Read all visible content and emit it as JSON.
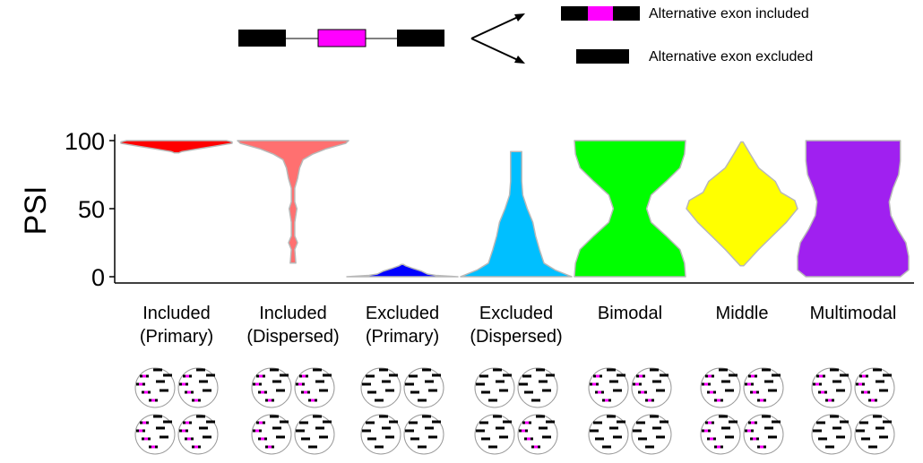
{
  "legend": {
    "included_label": "Alternative exon included",
    "excluded_label": "Alternative exon excluded",
    "exon_color": "#000000",
    "alt_exon_color": "#ff00ff"
  },
  "chart_data": {
    "type": "violin",
    "ylabel": "PSI",
    "xlabel": "",
    "ylim": [
      0,
      100
    ],
    "yticks": [
      0,
      50,
      100
    ],
    "grid": false,
    "categories": [
      {
        "lines": [
          "Included",
          "(Primary)"
        ],
        "color": "#ff0000"
      },
      {
        "lines": [
          "Included",
          "(Dispersed)"
        ],
        "color": "#ff7070"
      },
      {
        "lines": [
          "Excluded",
          "(Primary)"
        ],
        "color": "#0000ff"
      },
      {
        "lines": [
          "Excluded",
          "(Dispersed)"
        ],
        "color": "#00bfff"
      },
      {
        "lines": [
          "Bimodal"
        ],
        "color": "#00ff00"
      },
      {
        "lines": [
          "Middle"
        ],
        "color": "#ffff00"
      },
      {
        "lines": [
          "Multimodal"
        ],
        "color": "#a020f0"
      }
    ],
    "violins": [
      {
        "profile": [
          [
            91,
            0.04
          ],
          [
            92,
            0.1
          ],
          [
            94,
            0.4
          ],
          [
            96,
            0.7
          ],
          [
            98,
            1.0
          ],
          [
            99,
            1.0
          ],
          [
            100,
            0.9
          ]
        ]
      },
      {
        "profile": [
          [
            10,
            0.05
          ],
          [
            20,
            0.03
          ],
          [
            25,
            0.08
          ],
          [
            30,
            0.03
          ],
          [
            40,
            0.03
          ],
          [
            50,
            0.07
          ],
          [
            55,
            0.03
          ],
          [
            65,
            0.03
          ],
          [
            72,
            0.08
          ],
          [
            80,
            0.12
          ],
          [
            86,
            0.18
          ],
          [
            90,
            0.35
          ],
          [
            94,
            0.6
          ],
          [
            98,
            0.95
          ],
          [
            100,
            1.0
          ]
        ]
      },
      {
        "profile": [
          [
            0,
            1.0
          ],
          [
            1,
            0.6
          ],
          [
            2,
            0.45
          ],
          [
            4,
            0.35
          ],
          [
            6,
            0.2
          ],
          [
            8,
            0.06
          ],
          [
            9,
            0.02
          ]
        ]
      },
      {
        "profile": [
          [
            0,
            1.0
          ],
          [
            5,
            0.7
          ],
          [
            10,
            0.5
          ],
          [
            20,
            0.42
          ],
          [
            30,
            0.35
          ],
          [
            40,
            0.3
          ],
          [
            50,
            0.2
          ],
          [
            60,
            0.12
          ],
          [
            70,
            0.1
          ],
          [
            80,
            0.1
          ],
          [
            92,
            0.1
          ]
        ]
      },
      {
        "profile": [
          [
            0,
            1.0
          ],
          [
            10,
            0.98
          ],
          [
            20,
            0.9
          ],
          [
            30,
            0.65
          ],
          [
            40,
            0.38
          ],
          [
            50,
            0.3
          ],
          [
            60,
            0.38
          ],
          [
            70,
            0.65
          ],
          [
            80,
            0.9
          ],
          [
            90,
            0.98
          ],
          [
            100,
            1.0
          ]
        ]
      },
      {
        "profile": [
          [
            8,
            0.03
          ],
          [
            20,
            0.3
          ],
          [
            30,
            0.55
          ],
          [
            40,
            0.8
          ],
          [
            50,
            1.0
          ],
          [
            56,
            0.95
          ],
          [
            62,
            0.7
          ],
          [
            70,
            0.6
          ],
          [
            80,
            0.3
          ],
          [
            90,
            0.15
          ],
          [
            99,
            0.02
          ]
        ]
      },
      {
        "profile": [
          [
            0,
            0.85
          ],
          [
            5,
            1.0
          ],
          [
            15,
            1.0
          ],
          [
            25,
            0.95
          ],
          [
            35,
            0.8
          ],
          [
            45,
            0.68
          ],
          [
            55,
            0.65
          ],
          [
            65,
            0.72
          ],
          [
            75,
            0.82
          ],
          [
            85,
            0.85
          ],
          [
            100,
            0.85
          ]
        ]
      }
    ],
    "cell_icons": [
      [
        [
          1,
          1
        ],
        [
          1,
          1
        ]
      ],
      [
        [
          1,
          1
        ],
        [
          1,
          0
        ]
      ],
      [
        [
          0,
          0
        ],
        [
          0,
          0
        ]
      ],
      [
        [
          0,
          0
        ],
        [
          0,
          1
        ]
      ],
      [
        [
          1,
          1
        ],
        [
          0,
          0
        ]
      ],
      [
        [
          1,
          1
        ],
        [
          1,
          1
        ]
      ],
      [
        [
          1,
          1
        ],
        [
          0,
          0
        ]
      ]
    ]
  }
}
